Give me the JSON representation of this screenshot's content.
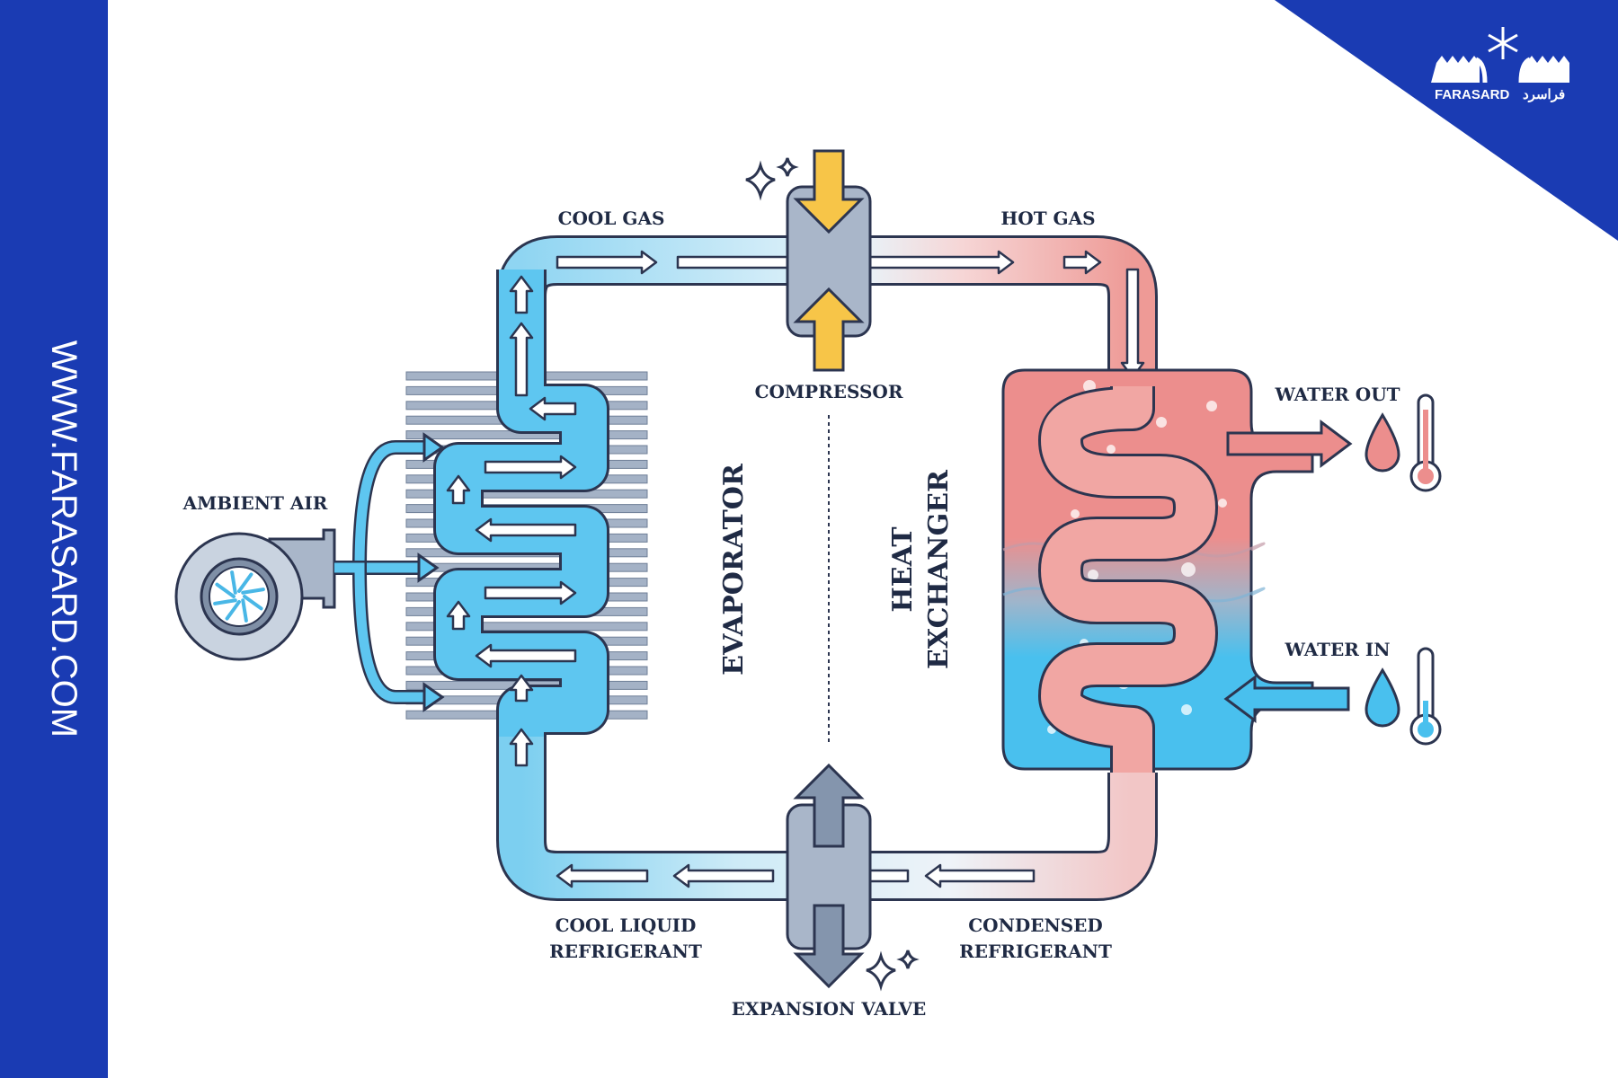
{
  "sidebar": {
    "url": "WWW.FARASARD.COM",
    "color": "#1a3bb3"
  },
  "brand": {
    "name": "FARASARD",
    "name_fa": "فراسرد",
    "color": "#1a3bb3"
  },
  "labels": {
    "cool_gas": "COOL GAS",
    "hot_gas": "HOT GAS",
    "compressor": "COMPRESSOR",
    "ambient_air": "AMBIENT AIR",
    "evaporator": "EVAPORATOR",
    "heat": "HEAT",
    "exchanger": "EXCHANGER",
    "water_out": "WATER OUT",
    "water_in": "WATER IN",
    "cool_liquid_1": "COOL LIQUID",
    "cool_liquid_2": "REFRIGERANT",
    "condensed_1": "CONDENSED",
    "condensed_2": "REFRIGERANT",
    "expansion_valve": "EXPANSION VALVE"
  },
  "colors": {
    "cold_pipe": "#5ec6f0",
    "hot_pipe": "#ee8e8a",
    "outline": "#2c3550",
    "tank_hot": "#ec8e8d",
    "tank_cold": "#49c0ee",
    "compressor_arrow": "#f7c548",
    "valve_body": "#a9b6c9",
    "fins": "#a4b2c6"
  }
}
